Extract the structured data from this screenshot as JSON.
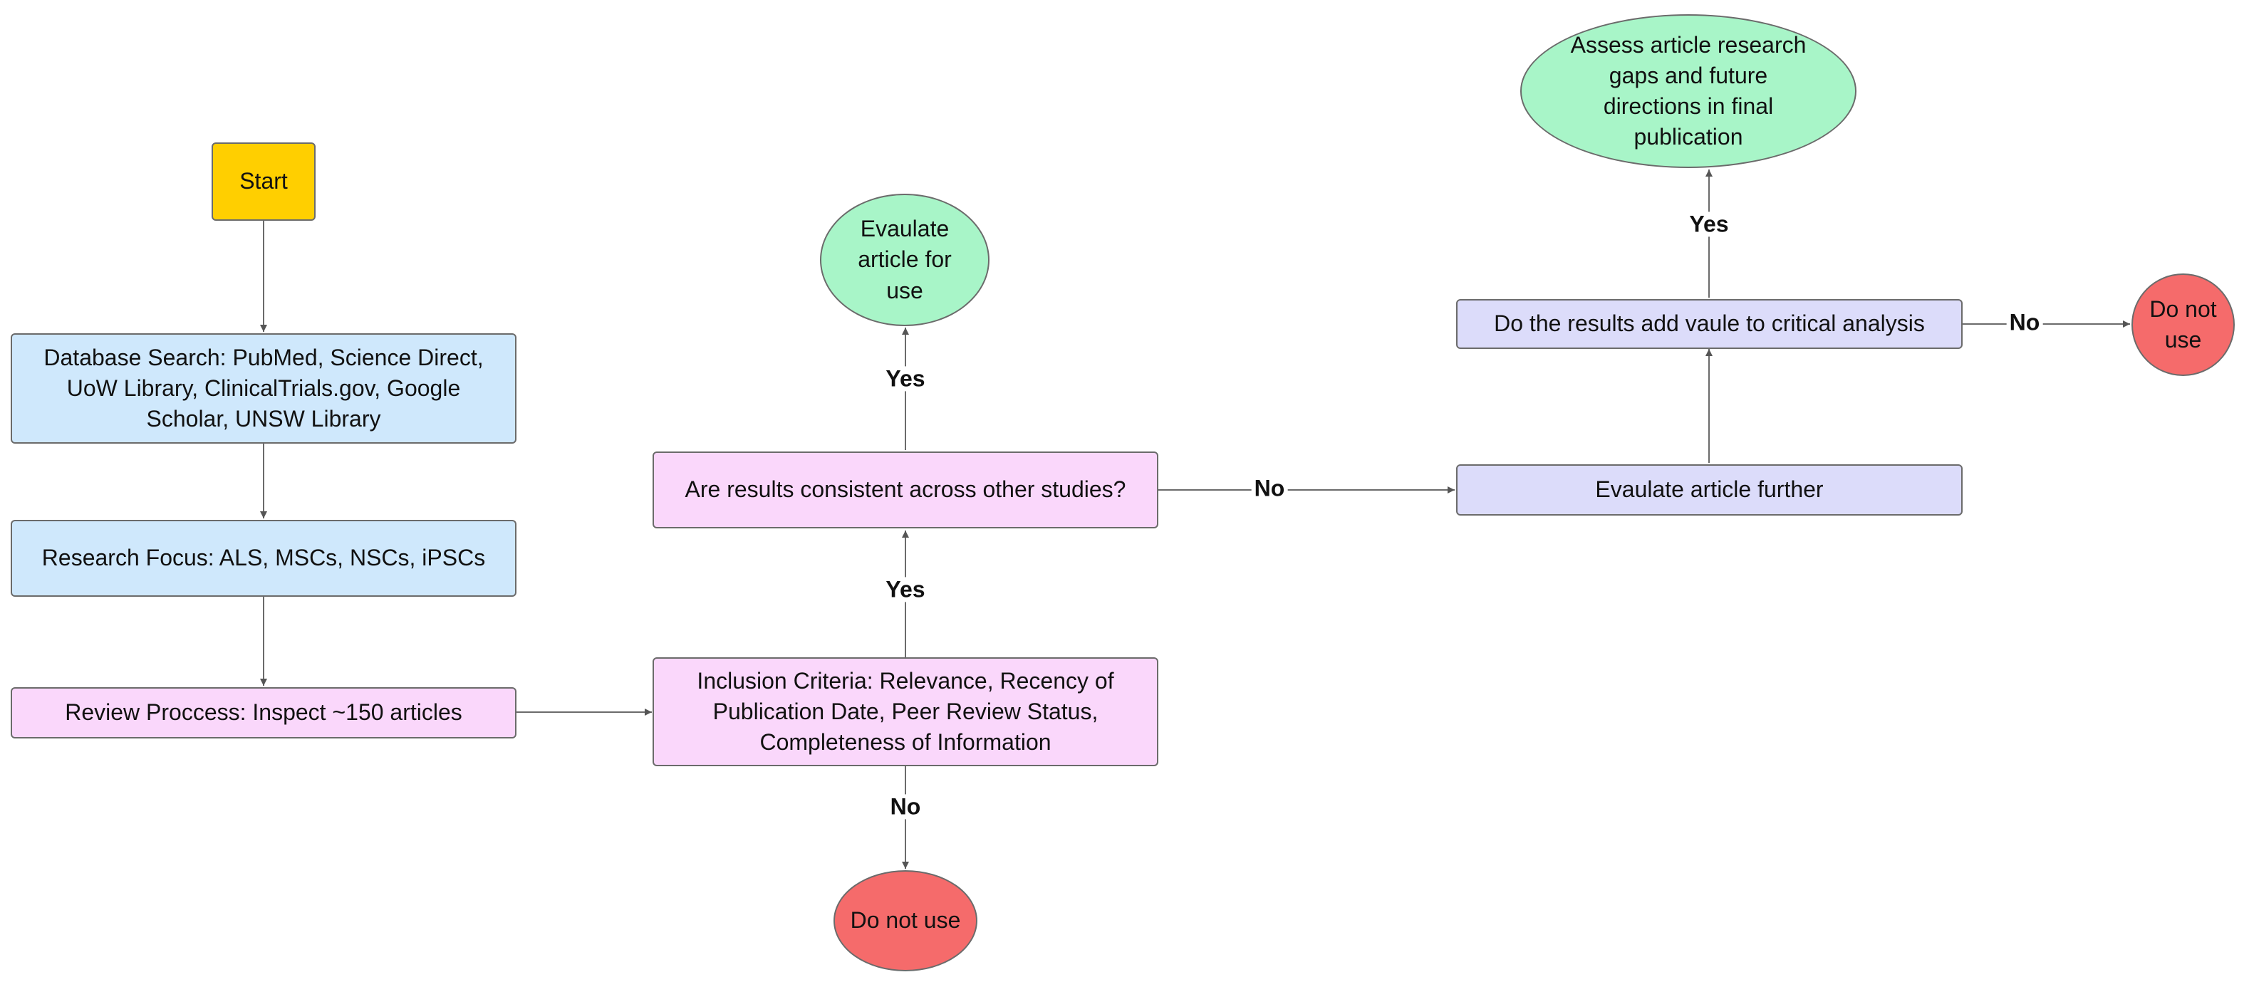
{
  "nodes": {
    "start": "Start",
    "database_search": "Database Search: PubMed, Science Direct, UoW Library, ClinicalTrials.gov, Google Scholar, UNSW Library",
    "research_focus": "Research Focus: ALS, MSCs, NSCs, iPSCs",
    "review_process": "Review Proccess: Inspect ~150 articles",
    "inclusion_criteria": "Inclusion Criteria: Relevance, Recency of Publication Date, Peer Review Status, Completeness of Information",
    "do_not_use_bottom": "Do not use",
    "results_consistent": "Are results consistent across other studies?",
    "evaluate_for_use": "Evaulate article for use",
    "evaluate_further": "Evaulate article further",
    "add_value": "Do the results add vaule to critical analysis",
    "do_not_use_right": "Do not use",
    "assess_gaps": "Assess article research gaps and future directions in final publication"
  },
  "edge_labels": {
    "inclusion_yes": "Yes",
    "inclusion_no": "No",
    "consistent_yes": "Yes",
    "consistent_no": "No",
    "value_yes": "Yes",
    "value_no": "No"
  },
  "colors": {
    "start": "#ffcf00",
    "process_blue": "#cfe8fc",
    "decision_pink": "#fad7fb",
    "process_lavender": "#dcdcfa",
    "outcome_green": "#a8f5c8",
    "reject_red": "#f56b6b",
    "connector": "#555555"
  }
}
